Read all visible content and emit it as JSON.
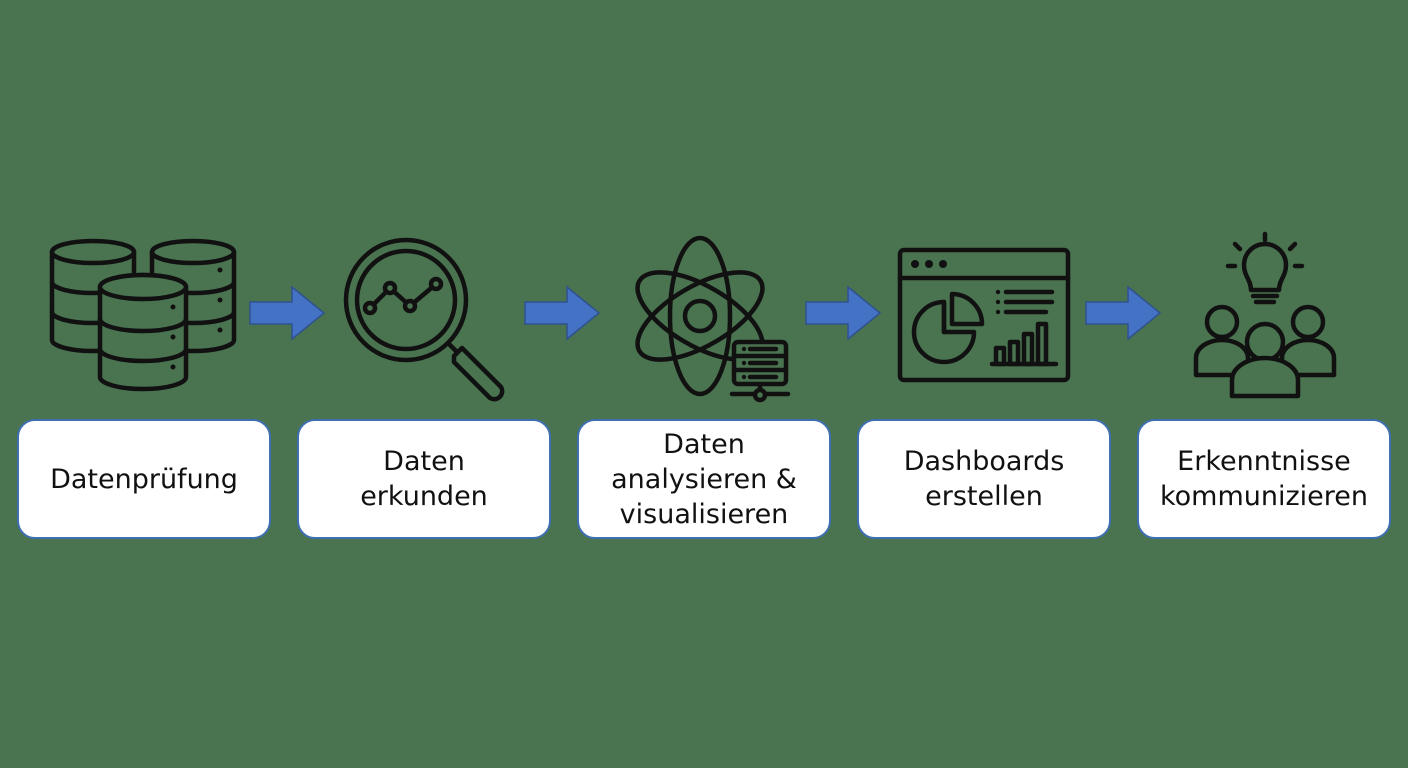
{
  "steps": [
    {
      "label_lines": [
        "Datenprüfung"
      ],
      "icon": "database-icon"
    },
    {
      "label_lines": [
        "Daten",
        "erkunden"
      ],
      "icon": "magnifier-chart-icon"
    },
    {
      "label_lines": [
        "Daten",
        "analysieren &",
        "visualisieren"
      ],
      "icon": "atom-server-icon"
    },
    {
      "label_lines": [
        "Dashboards",
        "erstellen"
      ],
      "icon": "dashboard-icon"
    },
    {
      "label_lines": [
        "Erkenntnisse",
        "kommunizieren"
      ],
      "icon": "team-idea-icon"
    }
  ],
  "colors": {
    "background": "#4a7350",
    "arrow": "#4472c4",
    "box_fill": "#ffffff",
    "box_border": "#3f6fb0",
    "icon_stroke": "#111111"
  }
}
